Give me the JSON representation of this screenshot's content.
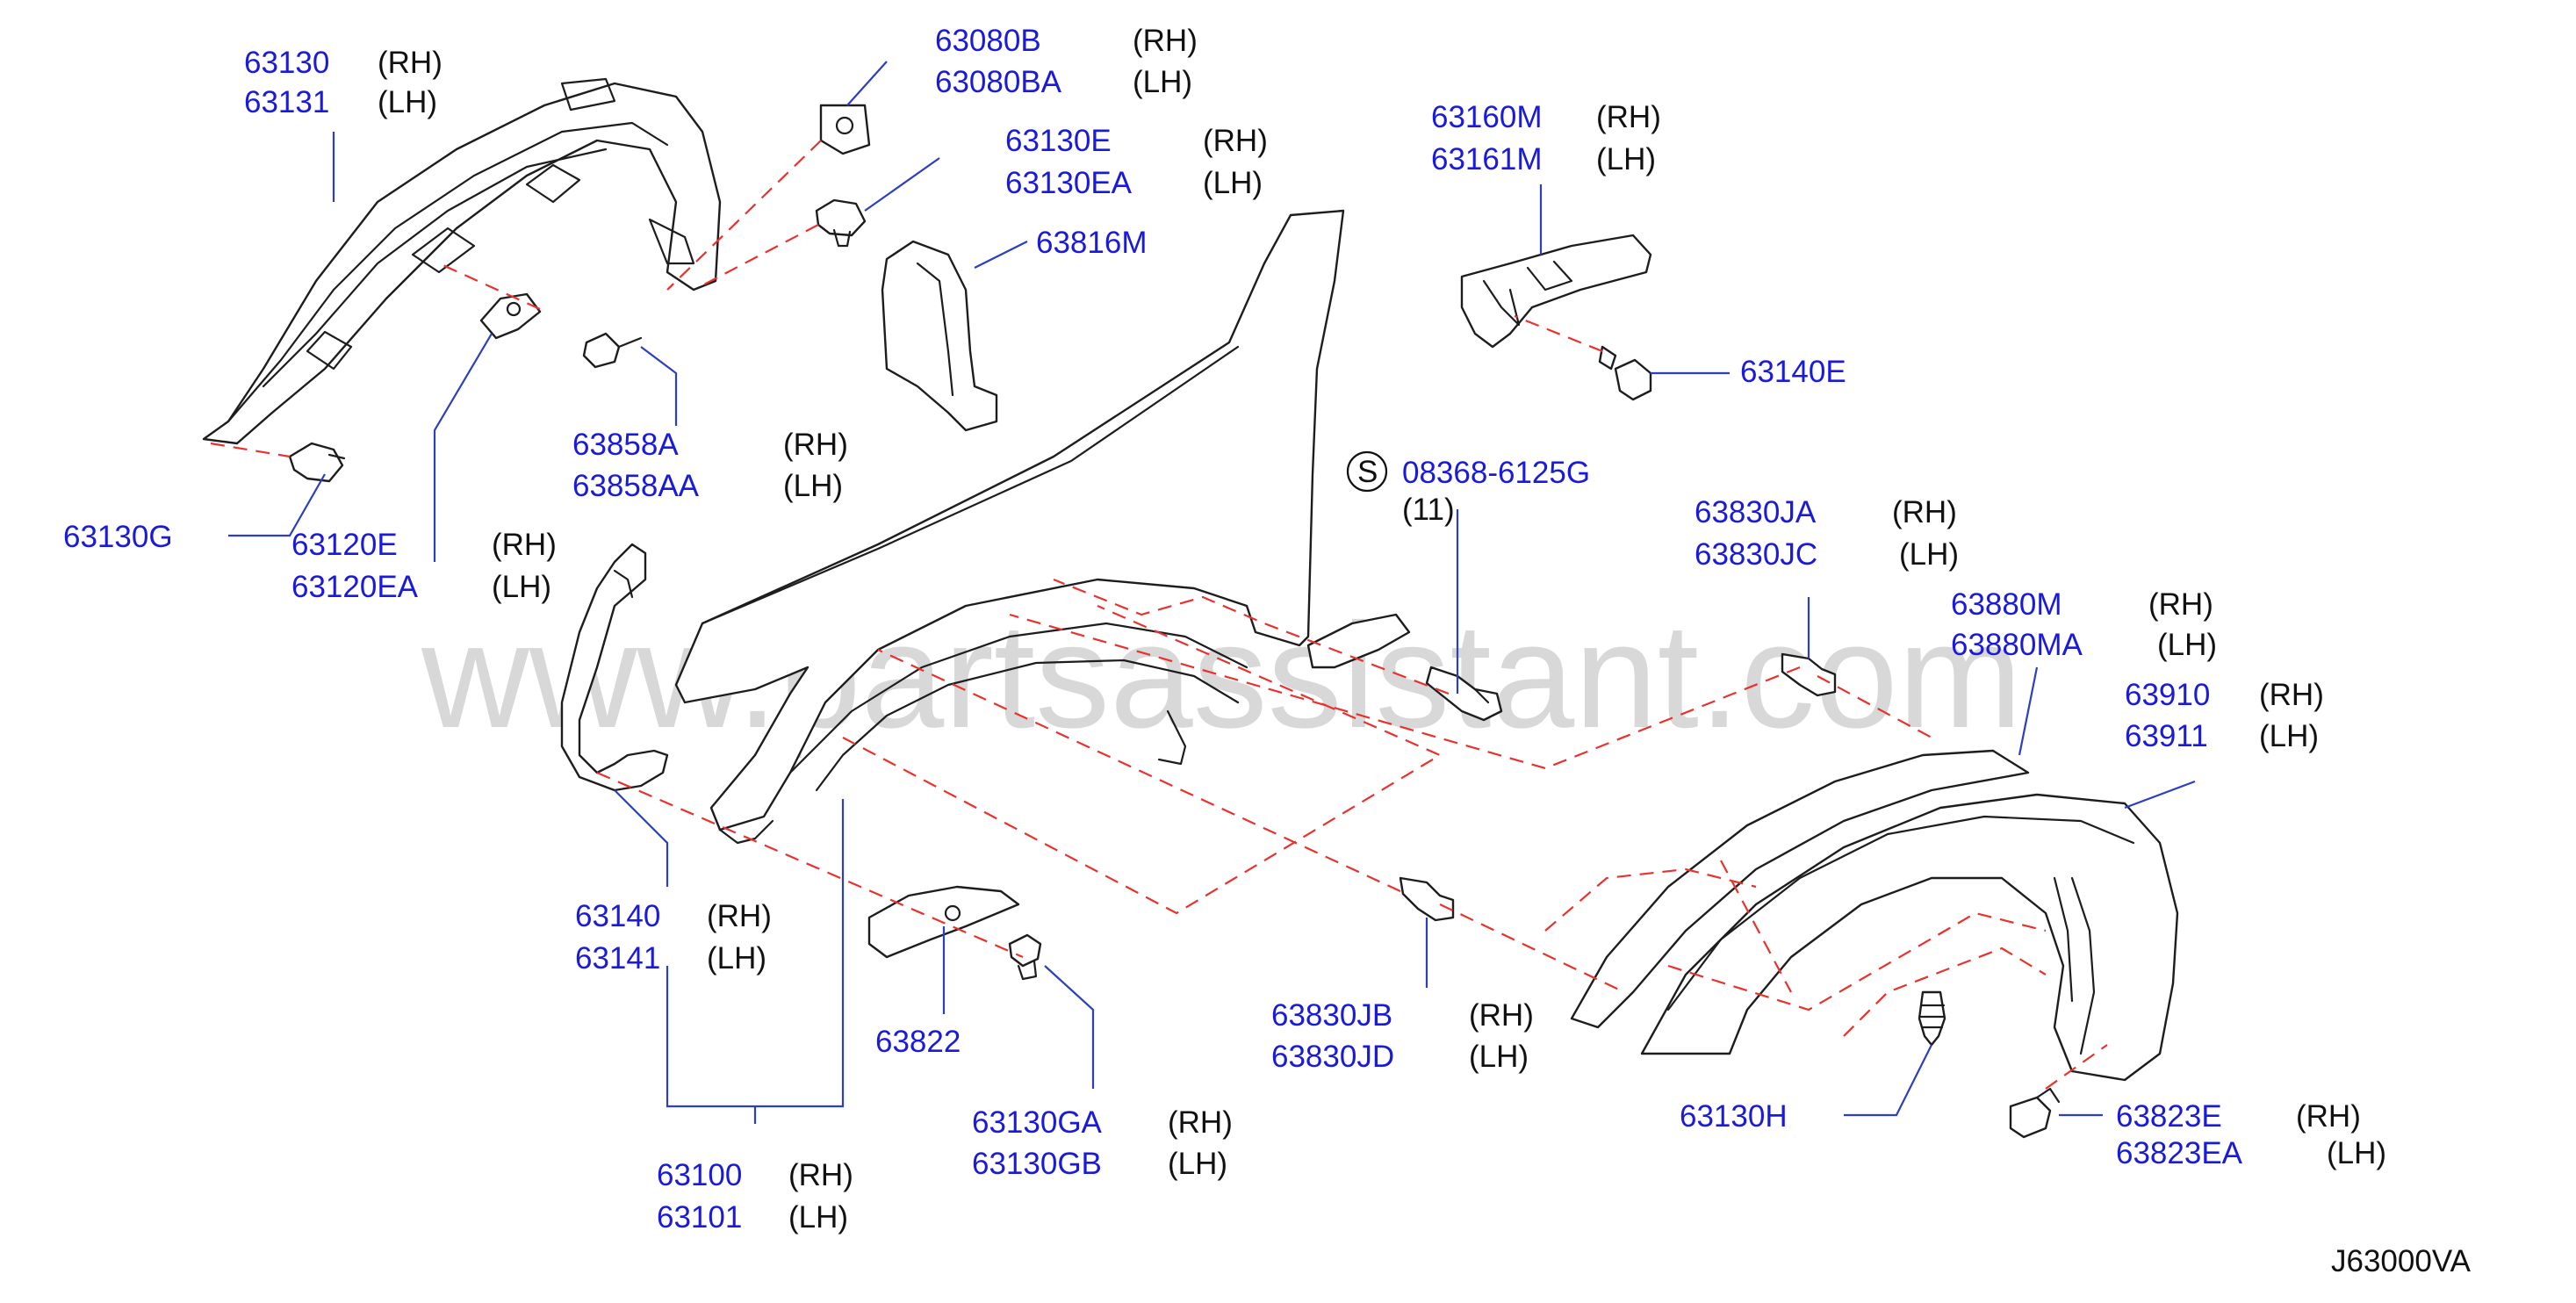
{
  "watermark": "www.partsassistant.com",
  "figure_code": "J63000VA",
  "s_symbol": "S",
  "callouts": [
    {
      "id": "c1",
      "parts": [
        {
          "no": "63130",
          "side": "(RH)"
        },
        {
          "no": "63131",
          "side": "(LH)"
        }
      ]
    },
    {
      "id": "c2",
      "parts": [
        {
          "no": "63080B",
          "side": "(RH)"
        },
        {
          "no": "63080BA",
          "side": "(LH)"
        }
      ]
    },
    {
      "id": "c3",
      "parts": [
        {
          "no": "63130E",
          "side": "(RH)"
        },
        {
          "no": "63130EA",
          "side": "(LH)"
        }
      ]
    },
    {
      "id": "c4",
      "parts": [
        {
          "no": "63816M",
          "side": ""
        }
      ]
    },
    {
      "id": "c5",
      "parts": [
        {
          "no": "63160M",
          "side": "(RH)"
        },
        {
          "no": "63161M",
          "side": "(LH)"
        }
      ]
    },
    {
      "id": "c6",
      "parts": [
        {
          "no": "63140E",
          "side": ""
        }
      ]
    },
    {
      "id": "c7",
      "parts": [
        {
          "no": "63858A",
          "side": "(RH)"
        },
        {
          "no": "63858AA",
          "side": "(LH)"
        }
      ]
    },
    {
      "id": "c8",
      "parts": [
        {
          "no": "08368-6125G",
          "side": "(11)"
        }
      ]
    },
    {
      "id": "c9",
      "parts": [
        {
          "no": "63130G",
          "side": ""
        }
      ]
    },
    {
      "id": "c10",
      "parts": [
        {
          "no": "63120E",
          "side": "(RH)"
        },
        {
          "no": "63120EA",
          "side": "(LH)"
        }
      ]
    },
    {
      "id": "c11",
      "parts": [
        {
          "no": "63830JA",
          "side": "(RH)"
        },
        {
          "no": "63830JC",
          "side": "(LH)"
        }
      ]
    },
    {
      "id": "c12",
      "parts": [
        {
          "no": "63880M",
          "side": "(RH)"
        },
        {
          "no": "63880MA",
          "side": "(LH)"
        }
      ]
    },
    {
      "id": "c13",
      "parts": [
        {
          "no": "63910",
          "side": "(RH)"
        },
        {
          "no": "63911",
          "side": "(LH)"
        }
      ]
    },
    {
      "id": "c14",
      "parts": [
        {
          "no": "63140",
          "side": "(RH)"
        },
        {
          "no": "63141",
          "side": "(LH)"
        }
      ]
    },
    {
      "id": "c15",
      "parts": [
        {
          "no": "63822",
          "side": ""
        }
      ]
    },
    {
      "id": "c16",
      "parts": [
        {
          "no": "63830JB",
          "side": "(RH)"
        },
        {
          "no": "63830JD",
          "side": "(LH)"
        }
      ]
    },
    {
      "id": "c17",
      "parts": [
        {
          "no": "63130GA",
          "side": "(RH)"
        },
        {
          "no": "63130GB",
          "side": "(LH)"
        }
      ]
    },
    {
      "id": "c18",
      "parts": [
        {
          "no": "63130H",
          "side": ""
        }
      ]
    },
    {
      "id": "c19",
      "parts": [
        {
          "no": "63823E",
          "side": "(RH)"
        },
        {
          "no": "63823EA",
          "side": "(LH)"
        }
      ]
    },
    {
      "id": "c20",
      "parts": [
        {
          "no": "63100",
          "side": "(RH)"
        },
        {
          "no": "63101",
          "side": "(LH)"
        }
      ]
    }
  ]
}
